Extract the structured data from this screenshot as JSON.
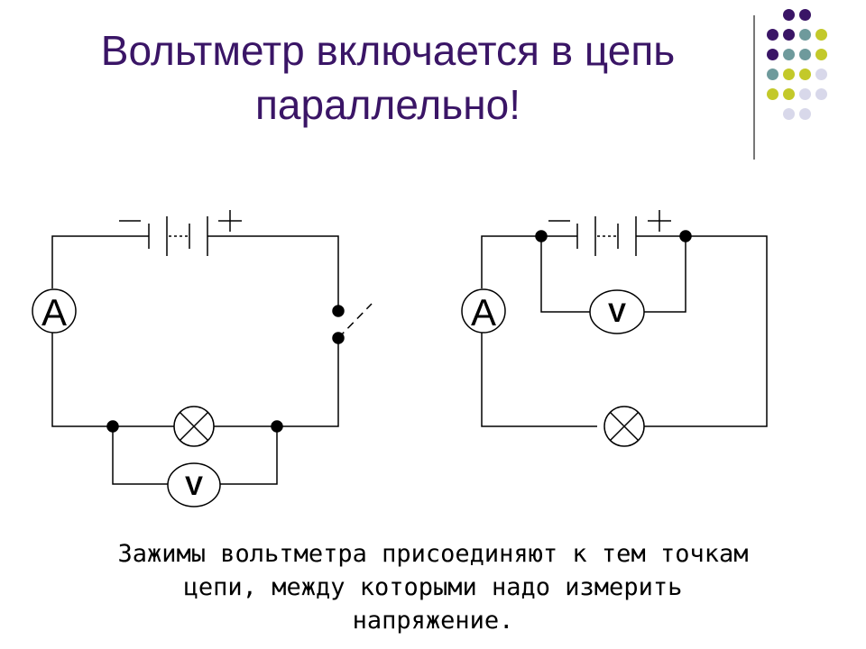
{
  "slide": {
    "title_line1": "Вольтметр включается в цепь",
    "title_line2": "параллельно!",
    "caption_line1": "Зажимы вольтметра присоединяют к тем точкам",
    "caption_line2": "цепи, между которыми надо измерить",
    "caption_line3": "напряжение."
  },
  "colors": {
    "title": "#3a1566",
    "dot_purple": "#3a1566",
    "dot_teal": "#6e9a9c",
    "dot_olive": "#c3c92a",
    "dot_lavender": "#d8d8ea",
    "wire": "#000000"
  },
  "circuits": [
    {
      "battery_minus": "—",
      "battery_plus": "+",
      "ammeter_label": "A",
      "voltmeter_label": "V",
      "has_switch": true
    },
    {
      "battery_minus": "—",
      "battery_plus": "+",
      "ammeter_label": "A",
      "voltmeter_label": "V",
      "has_switch": false
    }
  ]
}
